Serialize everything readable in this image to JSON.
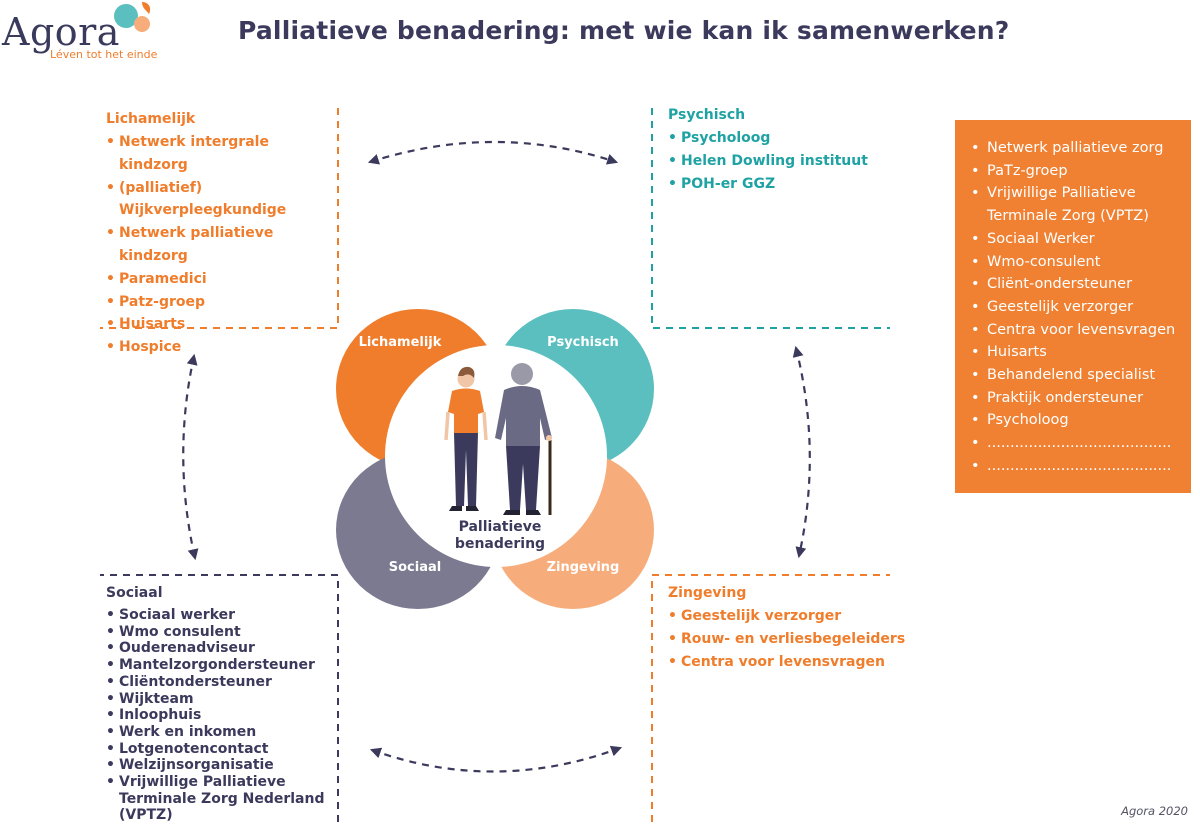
{
  "logo": {
    "wordmark": "Agora",
    "tagline": "Léven tot het einde",
    "colors": {
      "teal": "#5bbfc0",
      "orange": "#ef7d2c",
      "peach": "#f6ad7b",
      "ink": "#3a3a5c"
    }
  },
  "title": "Palliatieve benadering: met wie kan ik samenwerken?",
  "quadrants": {
    "lichamelijk": {
      "heading": "Lichamelijk",
      "color": "#ef7d2c",
      "items": [
        "Netwerk intergrale kindzorg",
        "(palliatief) Wijkverpleegkundige",
        "Netwerk palliatieve kindzorg",
        "Paramedici",
        "Patz-groep",
        "Huisarts",
        "Hospice"
      ]
    },
    "psychisch": {
      "heading": "Psychisch",
      "color": "#1fa2a3",
      "items": [
        "Psycholoog",
        "Helen Dowling instituut",
        "POH-er GGZ"
      ]
    },
    "sociaal": {
      "heading": "Sociaal",
      "color": "#3b3a5c",
      "items": [
        "Sociaal werker",
        "Wmo consulent",
        "Ouderenadviseur",
        "Mantelzorgondersteuner",
        "Cliëntondersteuner",
        "Wijkteam",
        "Inloophuis",
        "Werk en inkomen",
        "Lotgenotencontact",
        "Welzijnsorganisatie",
        "Vrijwillige Palliatieve Terminale Zorg Nederland (VPTZ)"
      ]
    },
    "zingeving": {
      "heading": "Zingeving",
      "color": "#ef7d2c",
      "items": [
        "Geestelijk verzorger",
        "Rouw- en verliesbegeleiders",
        "Centra voor levensvragen"
      ]
    }
  },
  "side_panel": {
    "color": "#f08133",
    "items": [
      "Netwerk palliatieve zorg",
      "PaTz-groep",
      "Vrijwillige Palliatieve Terminale Zorg (VPTZ)",
      "Sociaal Werker",
      "Wmo-consulent",
      "Cliënt-ondersteuner",
      "Geestelijk verzorger",
      "Centra voor levensvragen",
      "Huisarts",
      "Behandelend specialist",
      "Praktijk ondersteuner",
      "Psycholoog",
      "........................................",
      "........................................"
    ]
  },
  "center": {
    "label": "Palliatieve benadering",
    "petals": {
      "lichamelijk": {
        "label": "Lichamelijk",
        "color": "#ef7d2c"
      },
      "psychisch": {
        "label": "Psychisch",
        "color": "#5bbfc0"
      },
      "sociaal": {
        "label": "Sociaal",
        "color": "#7b7a90"
      },
      "zingeving": {
        "label": "Zingeving",
        "color": "#f6ad7b"
      }
    }
  },
  "arrow_color": "#3b3a5c",
  "credit": "Agora 2020"
}
